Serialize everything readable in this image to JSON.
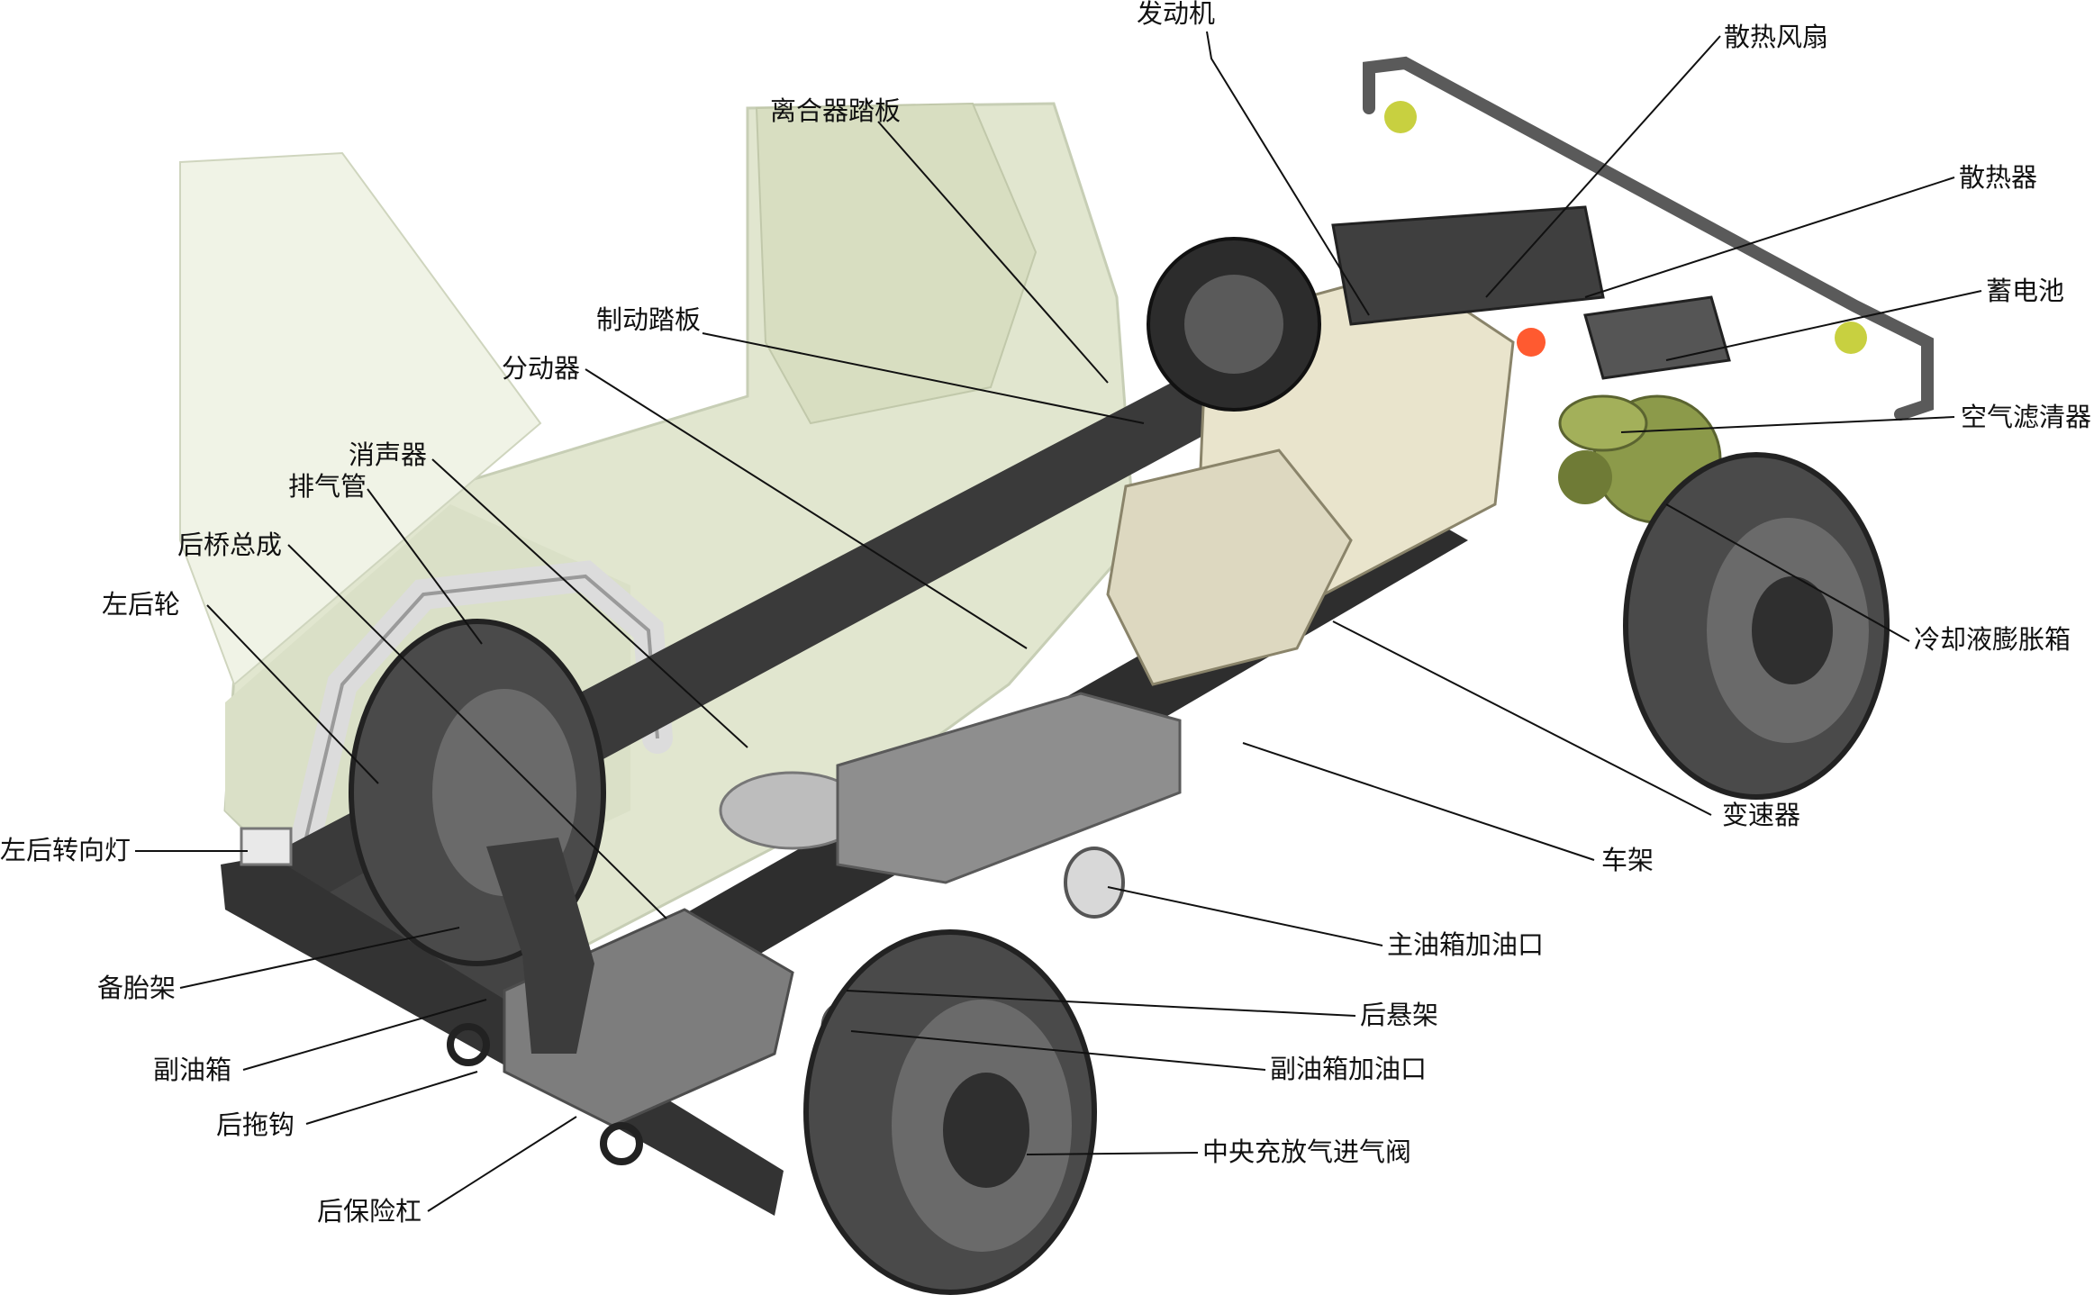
{
  "diagram": {
    "labels": {
      "engine": "发动机",
      "radiator_fan": "散热风扇",
      "clutch_pedal": "离合器踏板",
      "radiator": "散热器",
      "battery": "蓄电池",
      "brake_pedal": "制动踏板",
      "transfer_case": "分动器",
      "air_filter": "空气滤清器",
      "muffler": "消声器",
      "exhaust_pipe": "排气管",
      "rear_axle": "后桥总成",
      "left_rear_wheel": "左后轮",
      "coolant_tank": "冷却液膨胀箱",
      "left_rear_turn_light": "左后转向灯",
      "transmission": "变速器",
      "frame": "车架",
      "main_fuel_filler": "主油箱加油口",
      "spare_tire_carrier": "备胎架",
      "rear_suspension": "后悬架",
      "aux_fuel_tank": "副油箱",
      "aux_fuel_filler": "副油箱加油口",
      "rear_tow_hook": "后拖钩",
      "cti_valve": "中央充放气进气阀",
      "rear_bumper": "后保险杠"
    },
    "colors": {
      "cab_tint": "#c9d3a8",
      "chassis": "#3a3a3a",
      "tire": "#4a4a4a",
      "engine": "#e9e4cc",
      "filter": "#8c9a4a",
      "leader": "#111111"
    }
  }
}
